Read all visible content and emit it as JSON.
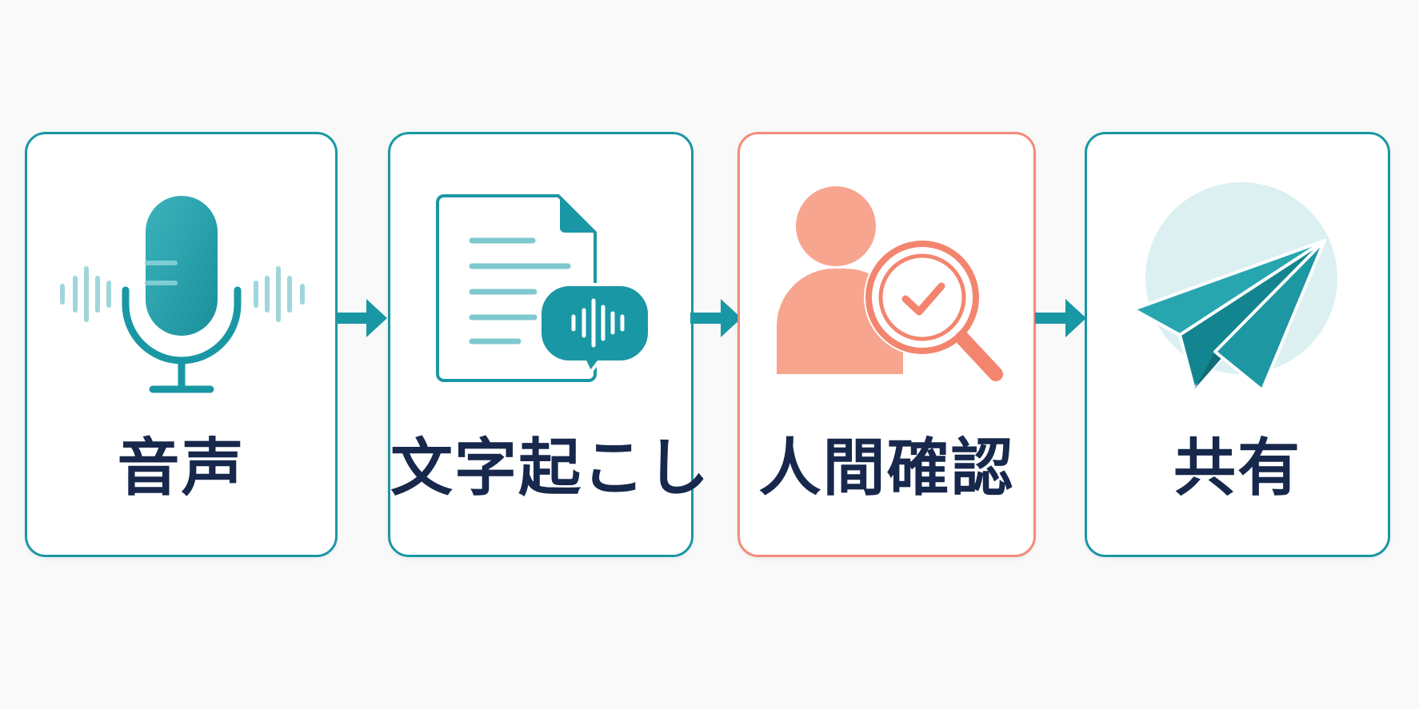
{
  "colors": {
    "primary": "#1a97a4",
    "primary_light": "#7cc7cf",
    "accent": "#f48a7a",
    "accent_fill": "#f7a58f",
    "text": "#17284c",
    "background": "#f9f9f9"
  },
  "steps": [
    {
      "label": "音声",
      "icon": "microphone-icon"
    },
    {
      "label": "文字起こし",
      "icon": "document-speech-icon"
    },
    {
      "label": "人間確認",
      "icon": "person-magnifier-check-icon"
    },
    {
      "label": "共有",
      "icon": "paper-plane-icon"
    }
  ]
}
